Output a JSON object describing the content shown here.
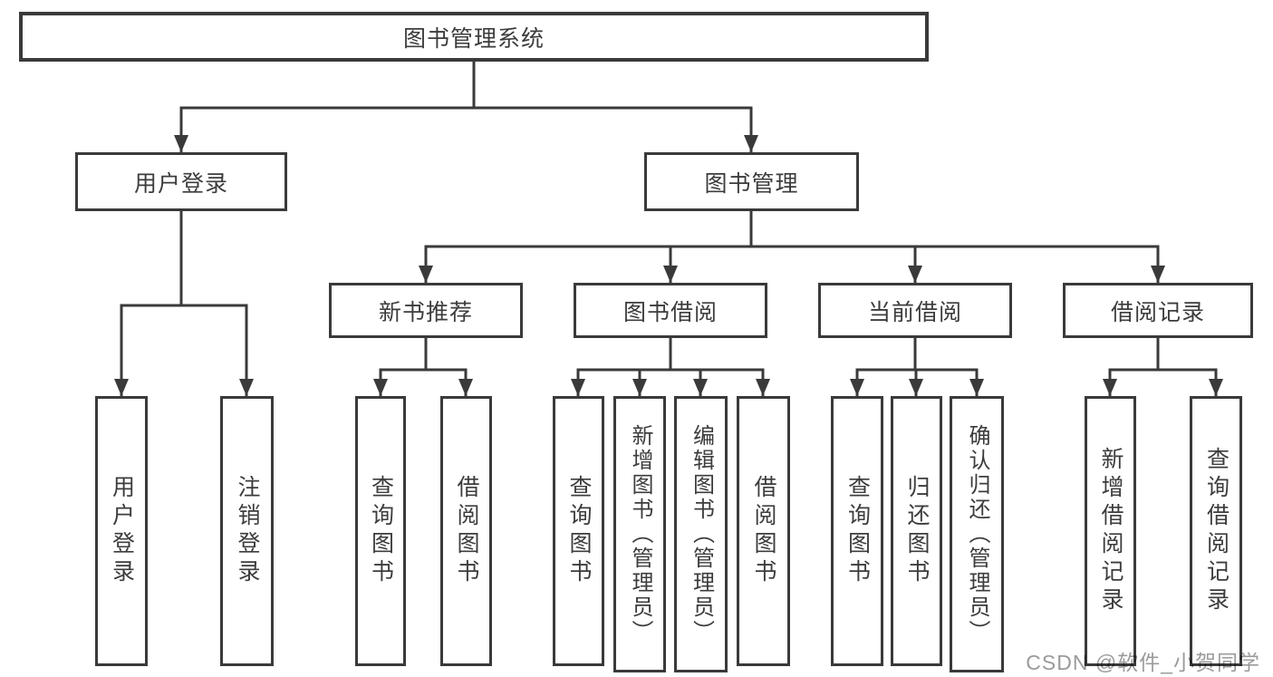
{
  "diagram": {
    "root": {
      "label": "图书管理系统"
    },
    "level2": [
      {
        "label": "用户登录"
      },
      {
        "label": "图书管理"
      }
    ],
    "level3": [
      {
        "label": "新书推荐"
      },
      {
        "label": "图书借阅"
      },
      {
        "label": "当前借阅"
      },
      {
        "label": "借阅记录"
      }
    ],
    "leaves": {
      "user_login": [
        "用户登录",
        "注销登录"
      ],
      "new_books": [
        "查询图书",
        "借阅图书"
      ],
      "book_borrow": [
        "查询图书",
        "新增图书（管理员）",
        "编辑图书（管理员）",
        "借阅图书"
      ],
      "current_borrow": [
        "查询图书",
        "归还图书",
        "确认归还（管理员）"
      ],
      "borrow_records": [
        "新增借阅记录",
        "查询借阅记录"
      ]
    }
  },
  "watermark": {
    "text": "CSDN @软件_小贺同学"
  },
  "colors": {
    "line": "#3a3a3a",
    "text": "#3c3c3c",
    "watermark": "#9b9b9b",
    "background": "#ffffff"
  }
}
